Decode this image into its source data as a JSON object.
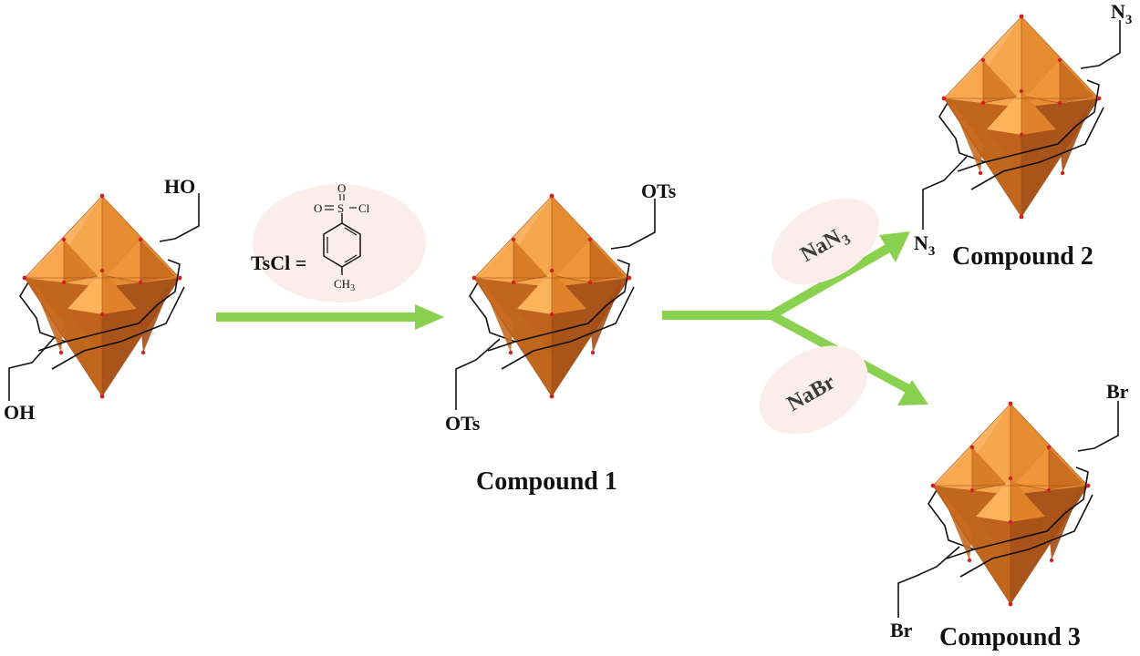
{
  "colors": {
    "arrow": "#8bd150",
    "bubble": "#fbeeea",
    "poly_light": "#f4a14a",
    "poly_mid": "#e08428",
    "poly_dark": "#b45a15",
    "oxygen": "#d42020"
  },
  "start": {
    "top_label": "HO",
    "bottom_label": "OH"
  },
  "reagent1": {
    "lhs": "TsCl =",
    "o_top": "O",
    "o_left": "O",
    "s": "S",
    "cl": "Cl",
    "ch": "CH",
    "ch_sub": "3"
  },
  "compound1": {
    "top_label": "OTs",
    "bottom_label": "OTs",
    "name": "Compound 1"
  },
  "reagent2": {
    "main": "NaN",
    "sub": "3"
  },
  "reagent3": {
    "main": "NaBr"
  },
  "compound2": {
    "top_main": "N",
    "top_sub": "3",
    "bottom_main": "N",
    "bottom_sub": "3",
    "name": "Compound 2"
  },
  "compound3": {
    "top_label": "Br",
    "bottom_label": "Br",
    "name": "Compound 3"
  }
}
